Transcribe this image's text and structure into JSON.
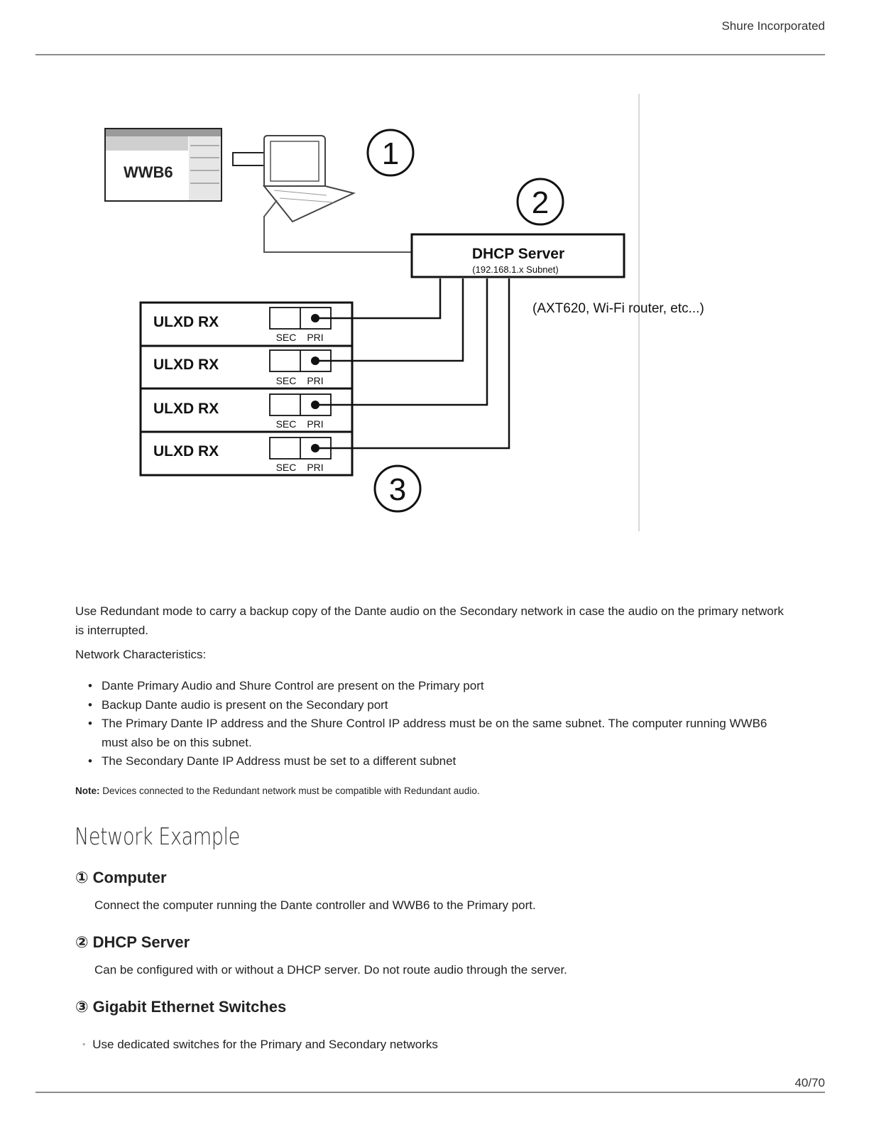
{
  "header": {
    "company": "Shure Incorporated"
  },
  "diagram": {
    "software_label": "WWB6",
    "callouts": [
      "1",
      "2",
      "3"
    ],
    "dhcp_title": "DHCP Server",
    "dhcp_subnet": "(192.168.1.x Subnet)",
    "router_note": "(AXT620, Wi-Fi router, etc...)",
    "receivers": [
      {
        "label": "ULXD RX",
        "sec": "SEC",
        "pri": "PRI"
      },
      {
        "label": "ULXD RX",
        "sec": "SEC",
        "pri": "PRI"
      },
      {
        "label": "ULXD RX",
        "sec": "SEC",
        "pri": "PRI"
      },
      {
        "label": "ULXD RX",
        "sec": "SEC",
        "pri": "PRI"
      }
    ]
  },
  "intro": "Use Redundant mode to carry a backup copy of the Dante audio on the Secondary network in case the audio on the primary network is interrupted.",
  "network_characteristics": {
    "label": "Network Characteristics:",
    "items": [
      "Dante Primary Audio and Shure Control are present on the Primary port",
      "Backup Dante audio is present on the Secondary port",
      "The Primary Dante IP address and the Shure Control IP address must be on the same subnet. The computer running WWB6 must also be on this subnet.",
      "The Secondary Dante IP Address must be set to a different subnet"
    ]
  },
  "note": {
    "label": "Note:",
    "text": " Devices connected to the Redundant network must be compatible with Redundant audio."
  },
  "section_title": "Network Example",
  "subsections": [
    {
      "num": "①",
      "title": "Computer",
      "text": "Connect the computer running the Dante controller and WWB6 to the Primary port."
    },
    {
      "num": "②",
      "title": "DHCP Server",
      "text": "Can be configured with or without a DHCP server. Do not route audio through the server."
    },
    {
      "num": "③",
      "title": "Gigabit Ethernet Switches",
      "bullet_mark": "◦",
      "bullet": "Use dedicated switches for the Primary and Secondary networks"
    }
  ],
  "footer": {
    "page": "40/70"
  }
}
